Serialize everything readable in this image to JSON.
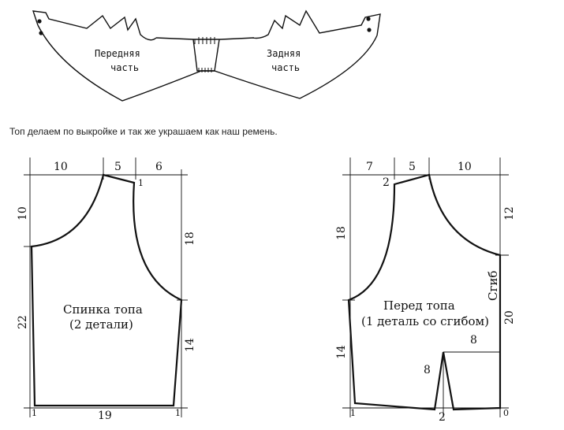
{
  "belt": {
    "front_label": [
      "Передняя",
      "часть"
    ],
    "back_label": [
      "Задняя",
      "часть"
    ]
  },
  "caption": "Топ делаем по выкройке и так же украшаем как наш ремень.",
  "back_pattern": {
    "title_line1": "Спинка топа",
    "title_line2": "(2 детали)",
    "dims": {
      "top_a": "10",
      "top_b": "5",
      "top_c": "6",
      "left_top": "10",
      "left_bottom": "22",
      "right_top": "18",
      "right_bottom": "14",
      "bottom": "19",
      "shoulder": "1",
      "corner_left": "1",
      "corner_right": "1"
    }
  },
  "front_pattern": {
    "title_line1": "Перед топа",
    "title_line2": "(1 деталь со сгибом)",
    "fold_label": "Сгиб",
    "dims": {
      "top_a": "7",
      "top_b": "5",
      "top_c": "10",
      "shoulder": "2",
      "left_top": "18",
      "left_bottom": "14",
      "right_top": "12",
      "right_bottom": "20",
      "dart_width": "8",
      "dart_height": "8",
      "dart_base": "2",
      "corner_left": "1",
      "corner_right": "0"
    }
  }
}
